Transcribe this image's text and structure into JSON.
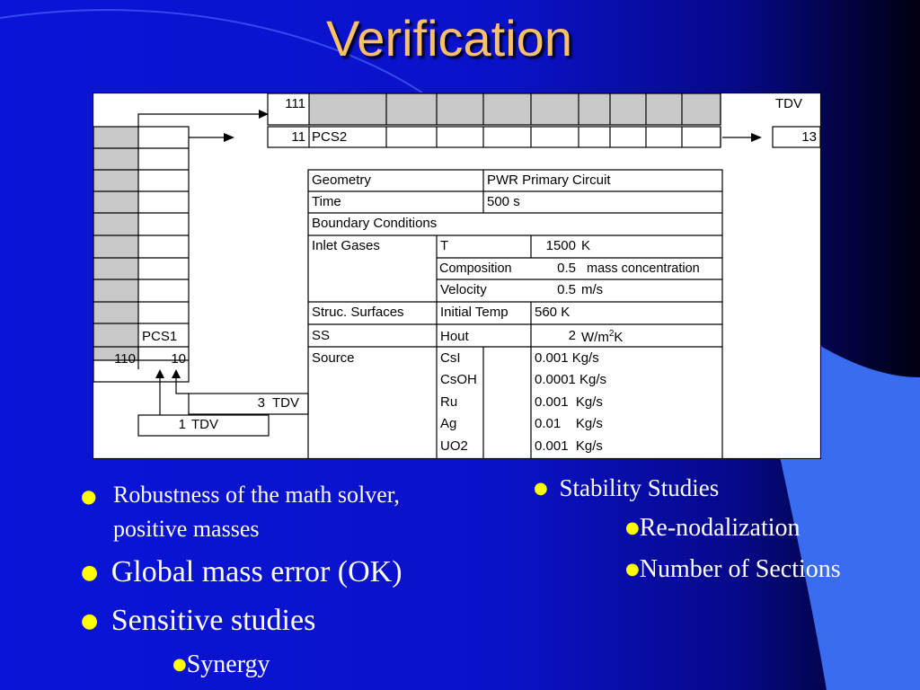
{
  "title": "Verification",
  "diagram": {
    "top_row": {
      "num": "111",
      "tdv": "TDV"
    },
    "second_row": {
      "num": "11",
      "name": "PCS2",
      "tdv_num": "13"
    },
    "left_col": {
      "pcs1": "PCS1",
      "n110": "110",
      "n10": "10"
    },
    "tdv3": {
      "num": "3",
      "name": "TDV"
    },
    "tdv1": {
      "num": "1",
      "name": "TDV"
    },
    "table": {
      "geometry": "Geometry",
      "geometry_val": "PWR Primary Circuit",
      "time": "Time",
      "time_val": "500 s",
      "boundary": "Boundary Conditions",
      "inlet": "Inlet Gases",
      "T": "T",
      "T_val": "1500",
      "T_unit": "K",
      "composition": "Composition",
      "comp_val": "0.5",
      "comp_unit": "mass concentration",
      "velocity": "Velocity",
      "vel_val": "0.5",
      "vel_unit": "m/s",
      "struc": "Struc. Surfaces",
      "initial_temp": "Initial Temp",
      "it_val": "560 K",
      "ss": "SS",
      "hout": "Hout",
      "hout_val": "2",
      "hout_unit": "W/m",
      "hout_sup": "2",
      "hout_k": "K",
      "source": "Source",
      "species": [
        "CsI",
        "CsOH",
        "Ru",
        "Ag",
        "UO2"
      ],
      "rates": [
        "0.001 Kg/s",
        "0.0001 Kg/s",
        "0.001  Kg/s",
        "0.01    Kg/s",
        "0.001  Kg/s"
      ]
    }
  },
  "bullets_left": {
    "b1_line1": "Robustness of the math solver,",
    "b1_line2": "positive masses",
    "b2": "Global mass error (OK)",
    "b3": "Sensitive studies",
    "b3_sub": "Synergy"
  },
  "bullets_right": {
    "b1": "Stability Studies",
    "sub1": "Re-nodalization",
    "sub2": "Number of Sections"
  },
  "colors": {
    "background": "#0a14d8",
    "title": "#f8c06a",
    "bullet": "#ffff00",
    "swoosh": "#3a6cf0"
  }
}
